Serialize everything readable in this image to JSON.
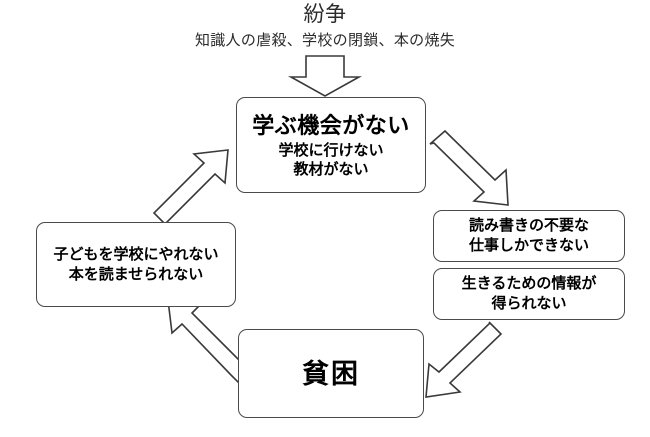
{
  "diagram": {
    "title": "紛争",
    "subtitle": "知識人の虐殺、学校の閉鎖、本の焼失",
    "type": "vicious-cycle-flow",
    "colors": {
      "box_border": "#4a4a4a",
      "arrow_stroke": "#3a3a3a",
      "arrow_fill": "#ffffff",
      "text": "#000000",
      "background": "#ffffff"
    },
    "nodes": {
      "learning": {
        "heading": "学ぶ機会がない",
        "line1": "学校に行けない",
        "line2": "教材がない"
      },
      "work": {
        "line1": "読み書きの不要な",
        "line2": "仕事しかできない"
      },
      "info": {
        "line1": "生きるための情報が",
        "line2": "得られない"
      },
      "poverty": {
        "heading": "貧困"
      },
      "children": {
        "line1": "子どもを学校にやれない",
        "line2": "本を読ませられない"
      }
    },
    "arrows": [
      {
        "name": "conflict-to-learning",
        "direction": "down"
      },
      {
        "name": "learning-to-work",
        "direction": "down-right"
      },
      {
        "name": "info-to-poverty",
        "direction": "down-left"
      },
      {
        "name": "poverty-to-children",
        "direction": "up-left"
      },
      {
        "name": "children-to-learning",
        "direction": "up-right"
      }
    ]
  }
}
